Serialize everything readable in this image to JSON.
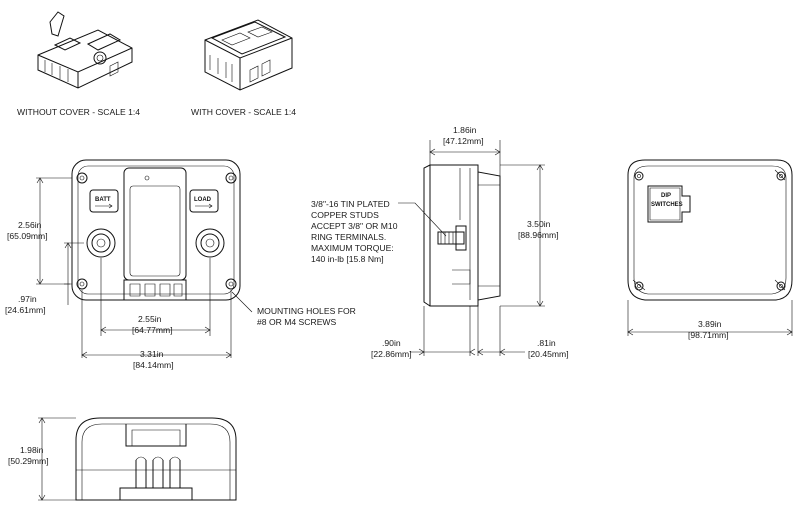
{
  "captions": {
    "without_cover": "WITHOUT COVER - SCALE 1:4",
    "with_cover": "WITH COVER - SCALE 1:4"
  },
  "front_view": {
    "batt_label": "BATT",
    "load_label": "LOAD",
    "height_in": "2.56in",
    "height_mm": "[65.09mm]",
    "stud_height_in": ".97in",
    "stud_height_mm": "[24.61mm]",
    "hole_spacing_in": "2.55in",
    "hole_spacing_mm": "[64.77mm]",
    "width_in": "3.31in",
    "width_mm": "[84.14mm]",
    "mounting_note_1": "MOUNTING HOLES FOR",
    "mounting_note_2": "#8 OR M4 SCREWS"
  },
  "side_view": {
    "depth_in": "1.86in",
    "depth_mm": "[47.12mm]",
    "height_in": "3.50in",
    "height_mm": "[88.96mm]",
    "stud_note": [
      "3/8\"-16 TIN PLATED",
      "COPPER STUDS",
      "ACCEPT 3/8\" OR M10",
      "RING TERMINALS.",
      "MAXIMUM TORQUE:",
      "140 in-lb [15.8 Nm]"
    ],
    "base_in": ".90in",
    "base_mm": "[22.86mm]",
    "rear_in": ".81in",
    "rear_mm": "[20.45mm]"
  },
  "rear_view": {
    "dip_label_1": "DIP",
    "dip_label_2": "SWITCHES",
    "width_in": "3.89in",
    "width_mm": "[98.71mm]"
  },
  "bottom_view": {
    "height_in": "1.98in",
    "height_mm": "[50.29mm]"
  }
}
